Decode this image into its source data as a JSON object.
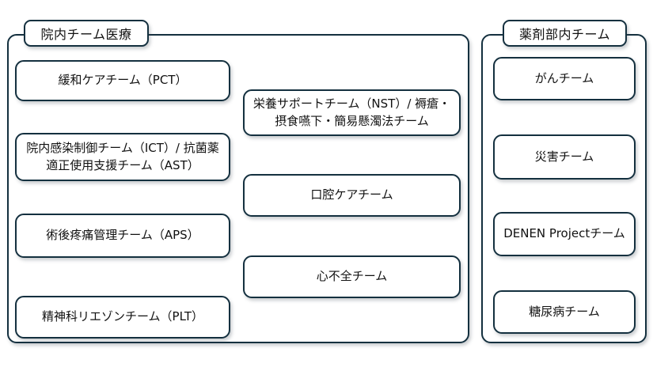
{
  "diagram": {
    "type": "org-grouping-diagram",
    "background_color": "#ffffff",
    "stroke_color": "#14303f",
    "text_color": "#111111",
    "groups": [
      {
        "id": "hospital",
        "title": "院内チーム医療",
        "columns": [
          {
            "id": "left",
            "boxes": [
              {
                "id": "pct",
                "label": "緩和ケアチーム（PCT）"
              },
              {
                "id": "ict",
                "label": "院内感染制御チーム（ICT）/ 抗菌薬\n適正使用支援チーム（AST）"
              },
              {
                "id": "aps",
                "label": "術後疼痛管理チーム（APS）"
              },
              {
                "id": "plt",
                "label": "精神科リエゾンチーム（PLT）"
              }
            ]
          },
          {
            "id": "middle",
            "boxes": [
              {
                "id": "nst",
                "label": "栄養サポートチーム（NST）/ 褥瘡・\n摂食嚥下・簡易懸濁法チーム"
              },
              {
                "id": "oral",
                "label": "口腔ケアチーム"
              },
              {
                "id": "heart",
                "label": "心不全チーム"
              }
            ]
          }
        ]
      },
      {
        "id": "pharmacy",
        "title": "薬剤部内チーム",
        "columns": [
          {
            "id": "only",
            "boxes": [
              {
                "id": "cancer",
                "label": "がんチーム"
              },
              {
                "id": "disaster",
                "label": "災害チーム"
              },
              {
                "id": "denen",
                "label": "DENEN Projectチーム"
              },
              {
                "id": "diabetes",
                "label": "糖尿病チーム"
              }
            ]
          }
        ]
      }
    ]
  }
}
